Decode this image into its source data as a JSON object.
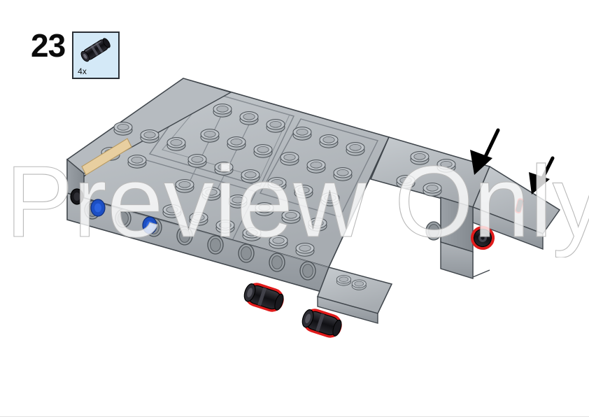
{
  "page": {
    "step_number": "23",
    "watermark_text": "Preview Only",
    "background_color": "#ffffff",
    "frame_color": "#e2e2e2"
  },
  "parts_callout": {
    "quantity_label": "4x",
    "part_name": "technic-axle-pin-connector",
    "part_color": "#1b1b1f",
    "box_background": "#d4e9f7",
    "box_border": "#2a2f35"
  },
  "model": {
    "description": "LEGO Technic chassis plate assembly, isometric view",
    "base_gray": "#a9aeb3",
    "light_gray": "#c3c8cc",
    "dark_gray": "#7e848a",
    "edge_color": "#3a3f45",
    "highlight_color": "#e01b1b",
    "accent_tan": "#e8cfa0",
    "accent_blue": "#1c4fc4",
    "accent_black": "#1b1b1f",
    "new_parts_count": 4
  },
  "arrows": [
    {
      "name": "assembly-arrow-left",
      "direction": "down-left",
      "color": "#000000"
    },
    {
      "name": "assembly-arrow-right",
      "direction": "down-left",
      "color": "#000000"
    }
  ]
}
